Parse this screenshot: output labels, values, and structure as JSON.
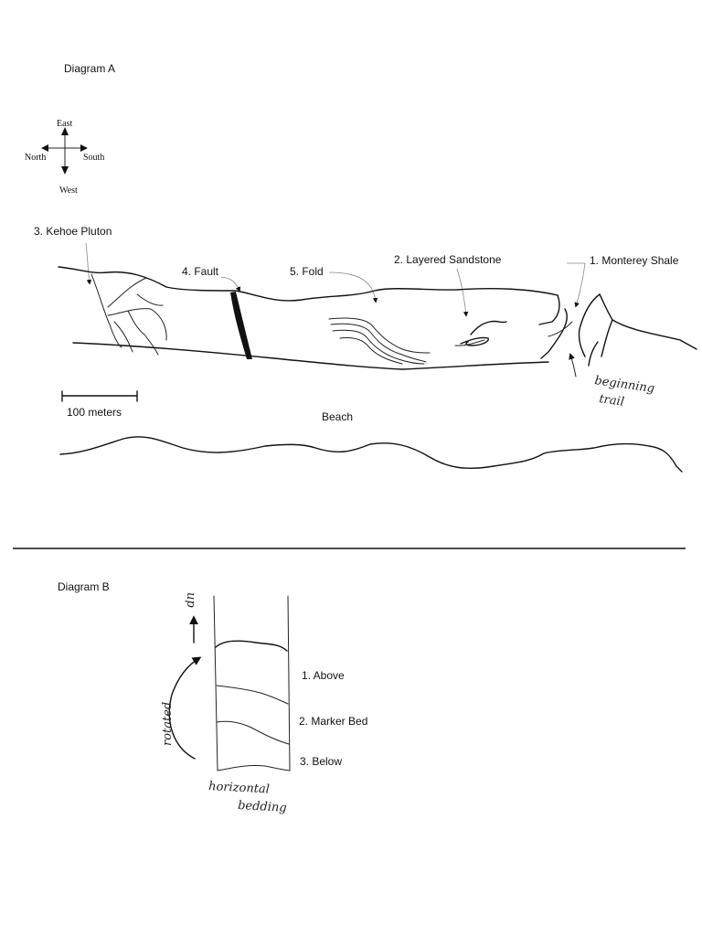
{
  "diagram_a": {
    "title": "Diagram A",
    "compass": {
      "up": "East",
      "left": "North",
      "right": "South",
      "down": "West"
    },
    "labels": {
      "pluton": "3. Kehoe Pluton",
      "fault": "4. Fault",
      "fold": "5. Fold",
      "sandstone": "2. Layered Sandstone",
      "shale": "1. Monterey Shale"
    },
    "scale_label": "100 meters",
    "beach_label": "Beach",
    "trail_note": [
      "beginning",
      "trail"
    ]
  },
  "diagram_b": {
    "title": "Diagram B",
    "layers": [
      "1. Above",
      "2. Marker Bed",
      "3. Below"
    ],
    "up_note": "up",
    "rotated_note": "rotated",
    "bottom_note": [
      "horizontal",
      "bedding"
    ]
  }
}
